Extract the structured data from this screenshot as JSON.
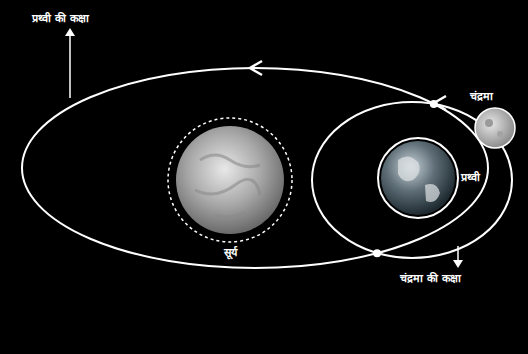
{
  "diagram": {
    "labels": [
      "प्रथ्वी की कक्षा",
      "सूर्य",
      "प्रथ्वी",
      "चंद्रमा",
      "चंद्रमा की कक्षा"
    ]
  }
}
